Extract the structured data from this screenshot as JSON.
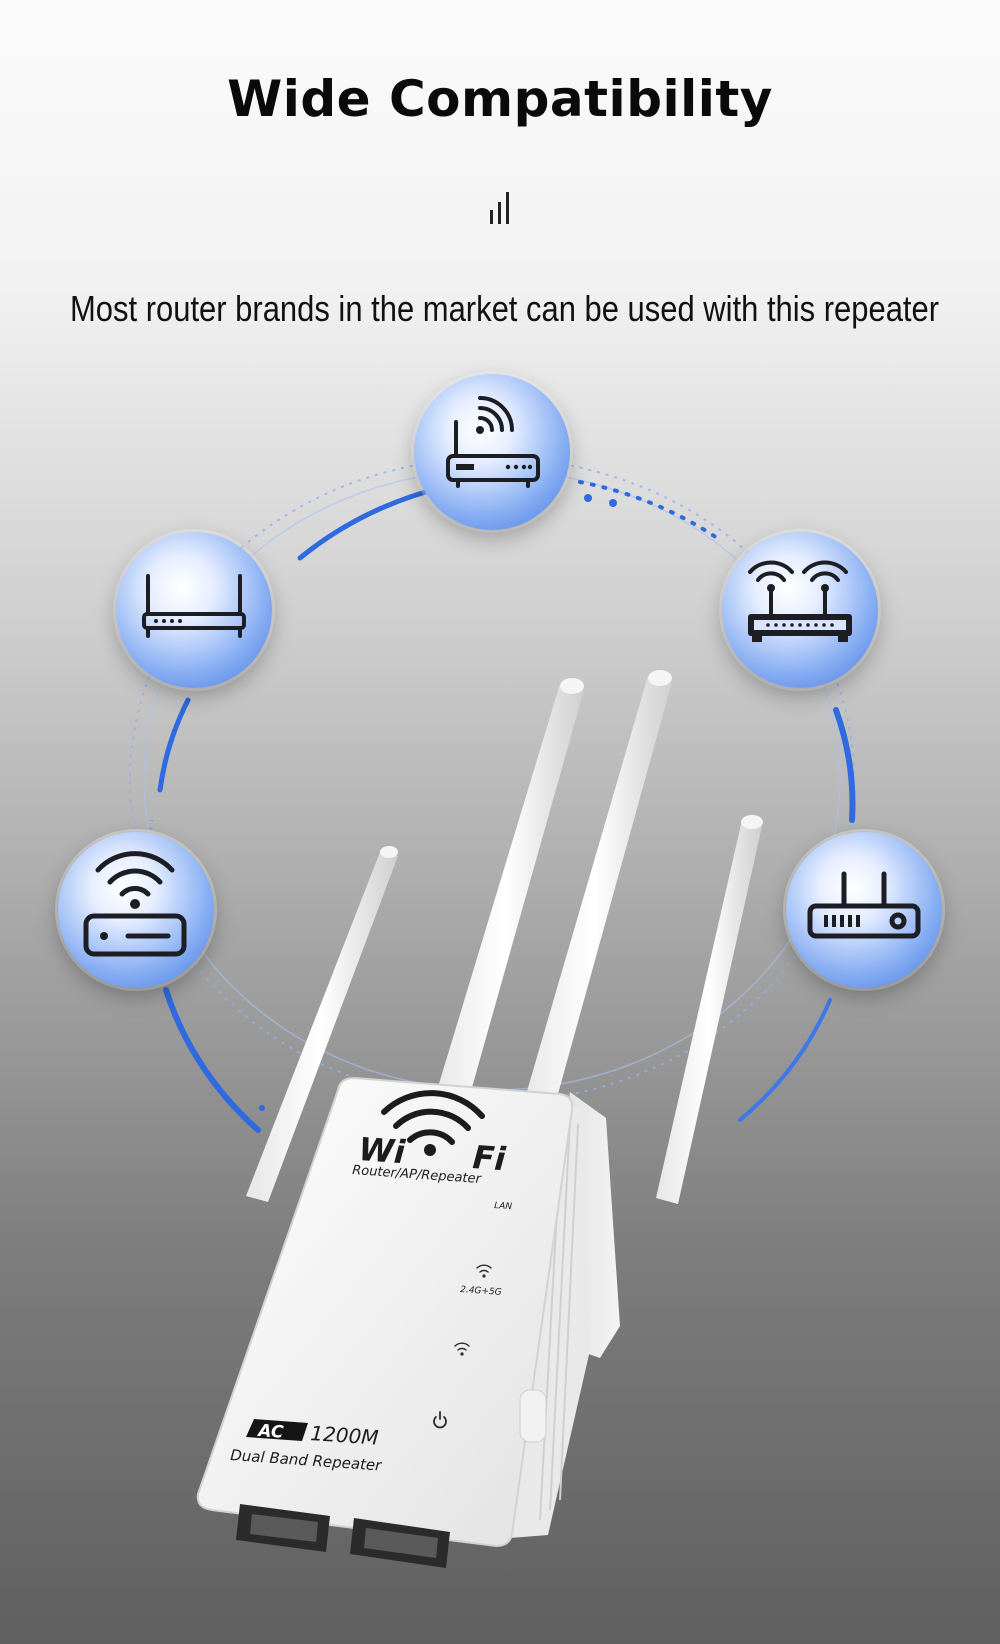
{
  "header": {
    "title": "Wide Compatibility",
    "subtitle": "Most router brands in the market can be used with this repeater",
    "divider_icon": "signal-bars-icon"
  },
  "router_icons": [
    {
      "name": "router-top-wifi-icon"
    },
    {
      "name": "router-flat-two-antenna-icon"
    },
    {
      "name": "router-dual-wifi-antenna-icon"
    },
    {
      "name": "router-wifi-modem-icon"
    },
    {
      "name": "router-ports-icon"
    }
  ],
  "device": {
    "brand_left": "Wi",
    "brand_right": "Fi",
    "mode_text": "Router/AP/Repeater",
    "led_lan": "LAN",
    "led_band": "2.4G+5G",
    "badge": "AC",
    "speed": "1200M",
    "model": "Dual Band Repeater"
  },
  "colors": {
    "accent_blue": "#2f6ae0",
    "node_dark": "#3f73df",
    "icon_stroke": "#1d1d24"
  }
}
